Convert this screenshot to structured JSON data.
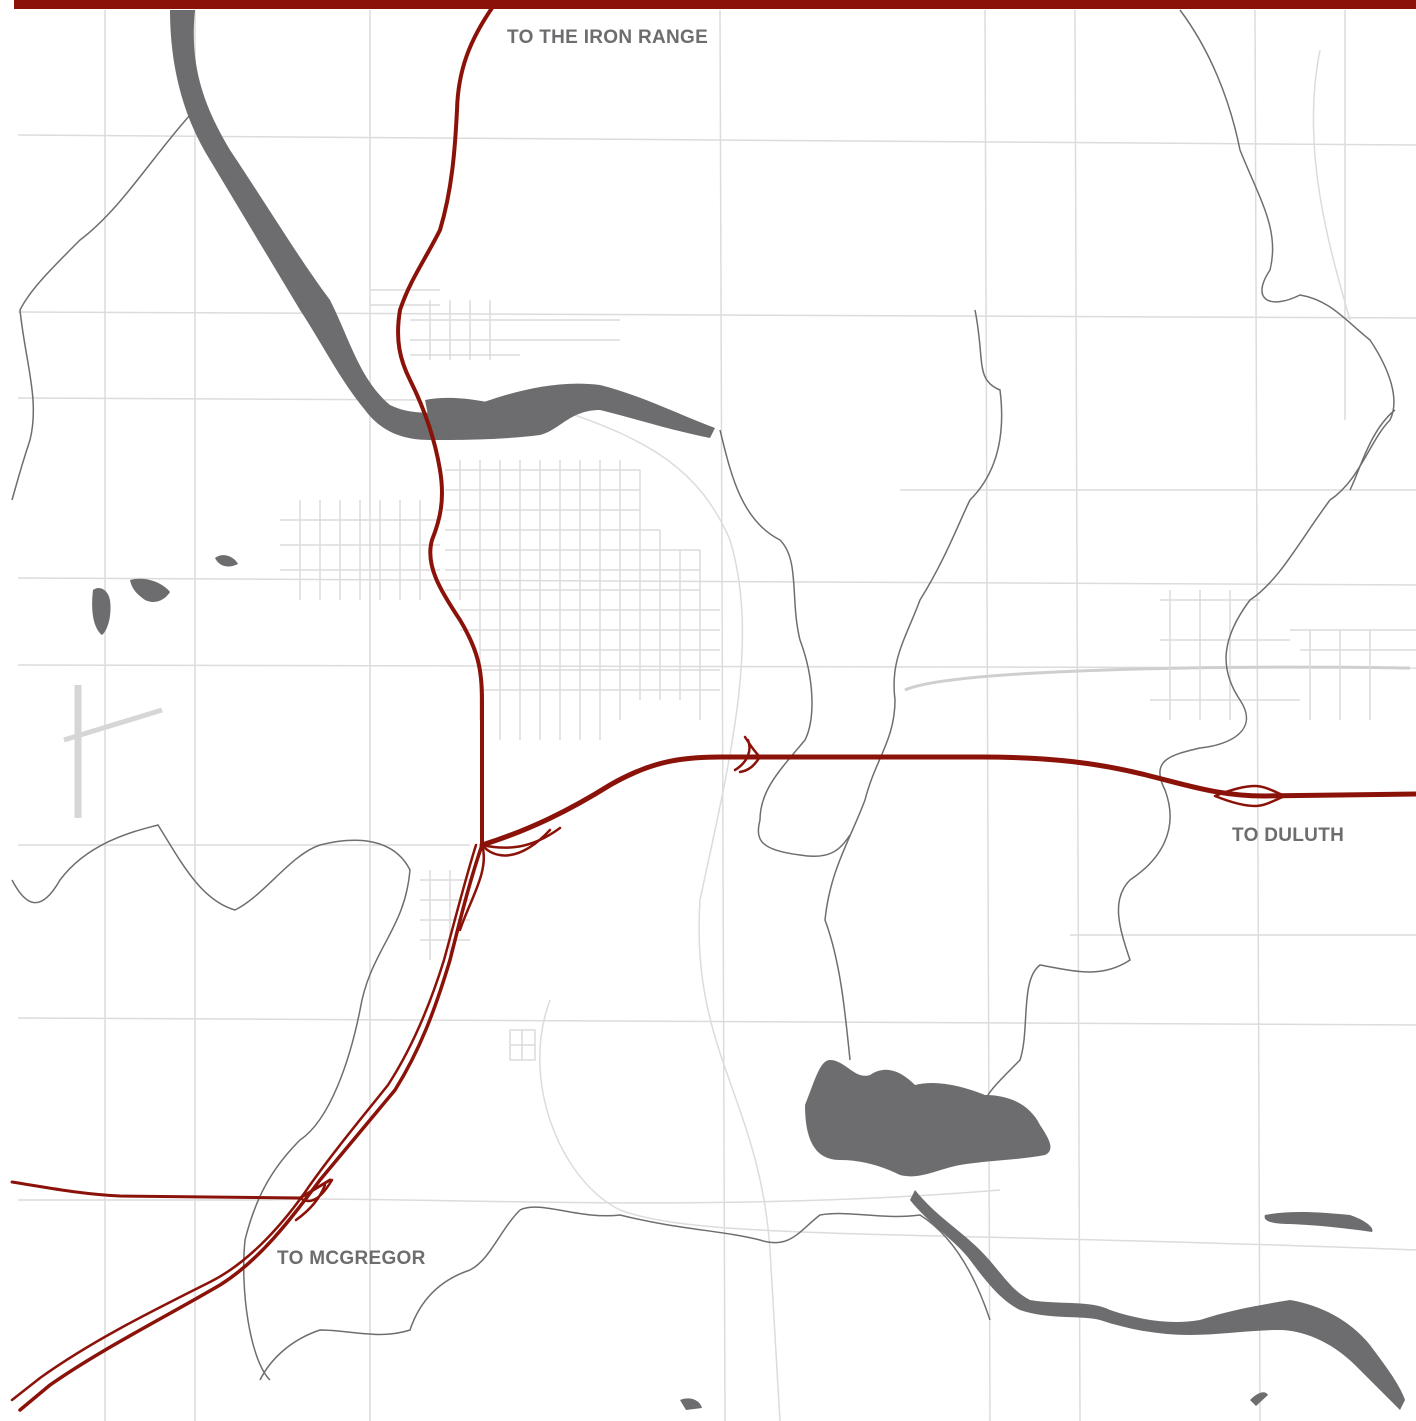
{
  "labels": {
    "north": "TO THE IRON RANGE",
    "east": "TO DULUTH",
    "southwest": "TO MCGREGOR"
  },
  "colors": {
    "highway": "#8b1209",
    "water": "#6d6d70",
    "local_road": "#dcdcdc",
    "boundary": "#6e6e6e",
    "label_text": "#6d6d70",
    "background": "#ffffff"
  }
}
